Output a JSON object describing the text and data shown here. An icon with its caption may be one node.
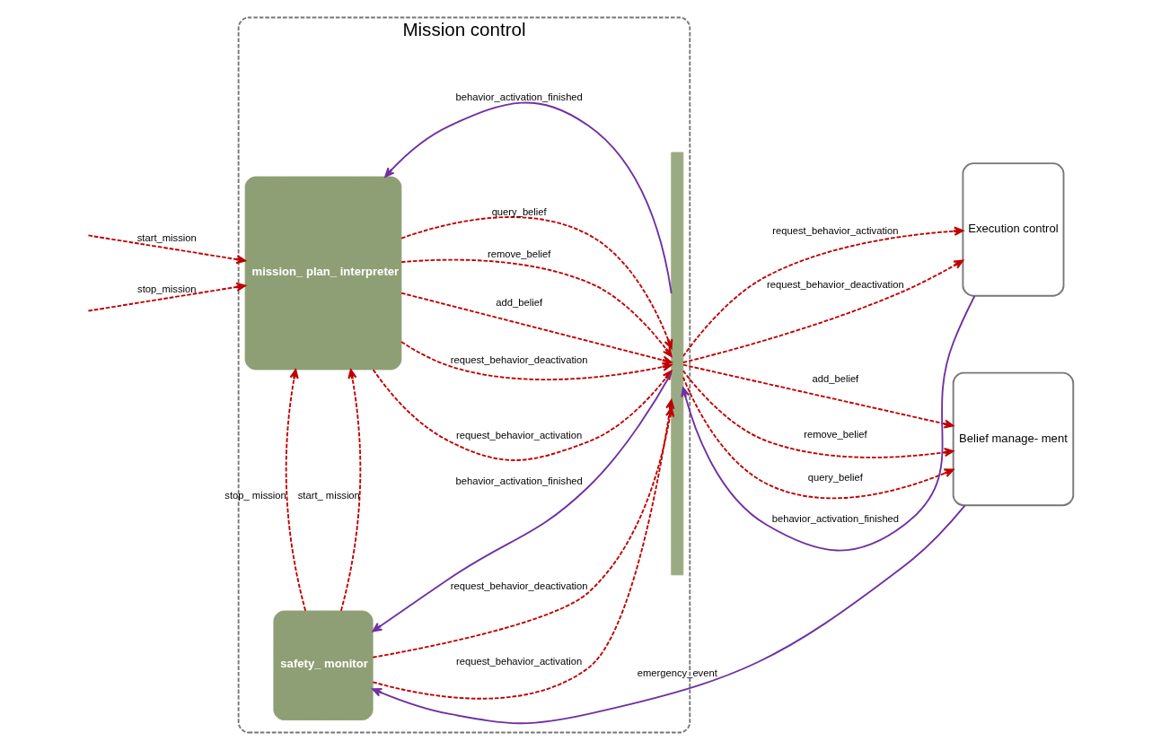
{
  "diagram": {
    "nodes": [
      {
        "text": [
          "Mission control"
        ]
      },
      {
        "text": [
          "mission_ plan_ interpreter"
        ],
        "in": 0
      },
      {
        "text": [
          "safety_ monitor"
        ],
        "in": 0
      },
      {
        "text": [],
        "shape": "bar",
        "in": 0
      },
      {
        "text": [
          "Execution control"
        ]
      },
      {
        "text": [
          "Belief manage- ment"
        ]
      }
    ],
    "edges": [
      {
        "from": null,
        "to": 1,
        "arrow": "to",
        "label": "start_mission",
        "style": "dashed"
      },
      {
        "from": null,
        "to": 1,
        "arrow": "to",
        "label": "stop_mission",
        "style": "dashed"
      },
      {
        "from": 1,
        "to": 3,
        "arrow": "to",
        "label": "request_behavior_activation",
        "style": "dashed"
      },
      {
        "from": 1,
        "to": 3,
        "arrow": "to",
        "label": "request_behavior_deactivation",
        "style": "dashed"
      },
      {
        "from": 3,
        "to": 1,
        "arrow": "to",
        "label": "behavior_activation_finished",
        "color": "#7030a0"
      },
      {
        "from": 1,
        "to": 3,
        "arrow": "to",
        "label": "add_belief",
        "style": "dashed"
      },
      {
        "from": 1,
        "to": 3,
        "arrow": "to",
        "label": "remove_belief",
        "style": "dashed"
      },
      {
        "from": 1,
        "to": 3,
        "arrow": "to",
        "label": "query_belief",
        "style": "dashed"
      },
      {
        "from": 3,
        "to": 4,
        "arrow": "to",
        "label": "request_behavior_activation",
        "style": "dashed"
      },
      {
        "from": 3,
        "to": 4,
        "arrow": "to",
        "label": "request_behavior_deactivation",
        "style": "dashed"
      },
      {
        "from": 4,
        "to": 3,
        "arrow": "to",
        "label": "behavior_activation_finished",
        "color": "#7030a0"
      },
      {
        "from": 2,
        "to": 1,
        "arrow": "to",
        "label": "start_ mission",
        "style": "dashed"
      },
      {
        "from": 2,
        "to": 1,
        "arrow": "to",
        "label": "stop_ mission",
        "style": "dashed"
      },
      {
        "from": 2,
        "to": 3,
        "arrow": "to",
        "label": "request_behavior_activation",
        "style": "dashed"
      },
      {
        "from": 2,
        "to": 3,
        "arrow": "to",
        "label": "request_behavior_deactivation",
        "style": "dashed"
      },
      {
        "from": 3,
        "to": 2,
        "arrow": "to",
        "label": "behavior_activation_finished",
        "color": "#7030a0"
      },
      {
        "from": 3,
        "to": 5,
        "arrow": "to",
        "label": "add_belief",
        "style": "dashed"
      },
      {
        "from": 3,
        "to": 5,
        "arrow": "to",
        "label": "remove_belief",
        "style": "dashed"
      },
      {
        "from": 3,
        "to": 5,
        "arrow": "to",
        "label": "query_belief",
        "style": "dashed"
      },
      {
        "from": 5,
        "to": 2,
        "arrow": "to",
        "label": "emergency_event",
        "color": "#7030a0"
      }
    ]
  }
}
